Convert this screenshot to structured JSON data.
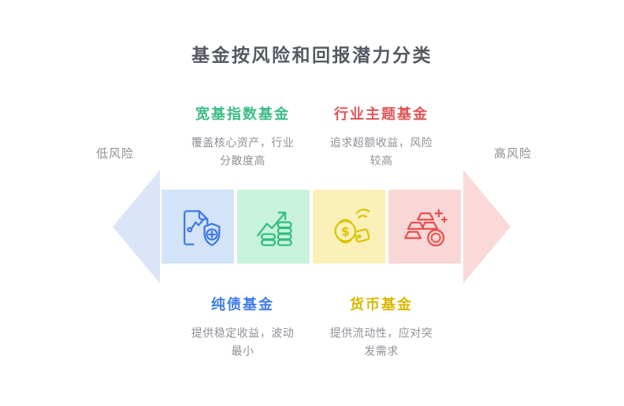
{
  "title": {
    "text": "基金按风险和回报潜力分类",
    "color": "#555a62"
  },
  "risk_axis": {
    "low": "低风险",
    "high": "高风险",
    "label_color": "#8b8f94"
  },
  "desc_color": "#8e9196",
  "arrow": {
    "left_fill": "#dbe5f8",
    "right_fill": "#f9dad9"
  },
  "top_groups": [
    {
      "label": "宽基指数基金",
      "label_color": "#3cbc86",
      "desc": "覆盖核心资产，行业分散度高"
    },
    {
      "label": "行业主题基金",
      "label_color": "#e15454",
      "desc": "追求超额收益，风险较高"
    }
  ],
  "bottom_groups": [
    {
      "label": "纯债基金",
      "label_color": "#3f7de8",
      "desc": "提供稳定收益，波动最小"
    },
    {
      "label": "货币基金",
      "label_color": "#d9b900",
      "desc": "提供流动性，应对突发需求"
    }
  ],
  "boxes": [
    {
      "name": "pure-bond-fund-box",
      "icon": "document-shield-icon",
      "bg": "#d3e3f9",
      "stroke": "#3e79e3"
    },
    {
      "name": "broad-index-fund-box",
      "icon": "growth-chart-coins-icon",
      "bg": "#c9f2dc",
      "stroke": "#2fbf82"
    },
    {
      "name": "money-market-fund-box",
      "icon": "smartwatch-payment-icon",
      "bg": "#dcc404",
      "stroke": "#dcc404",
      "bg_fill": "#faf0b8",
      "symbol": "$"
    },
    {
      "name": "sector-theme-fund-box",
      "icon": "gold-bars-coin-icon",
      "bg": "#f9d7d6",
      "stroke": "#e85050"
    }
  ],
  "canvas_background": "#ffffff"
}
